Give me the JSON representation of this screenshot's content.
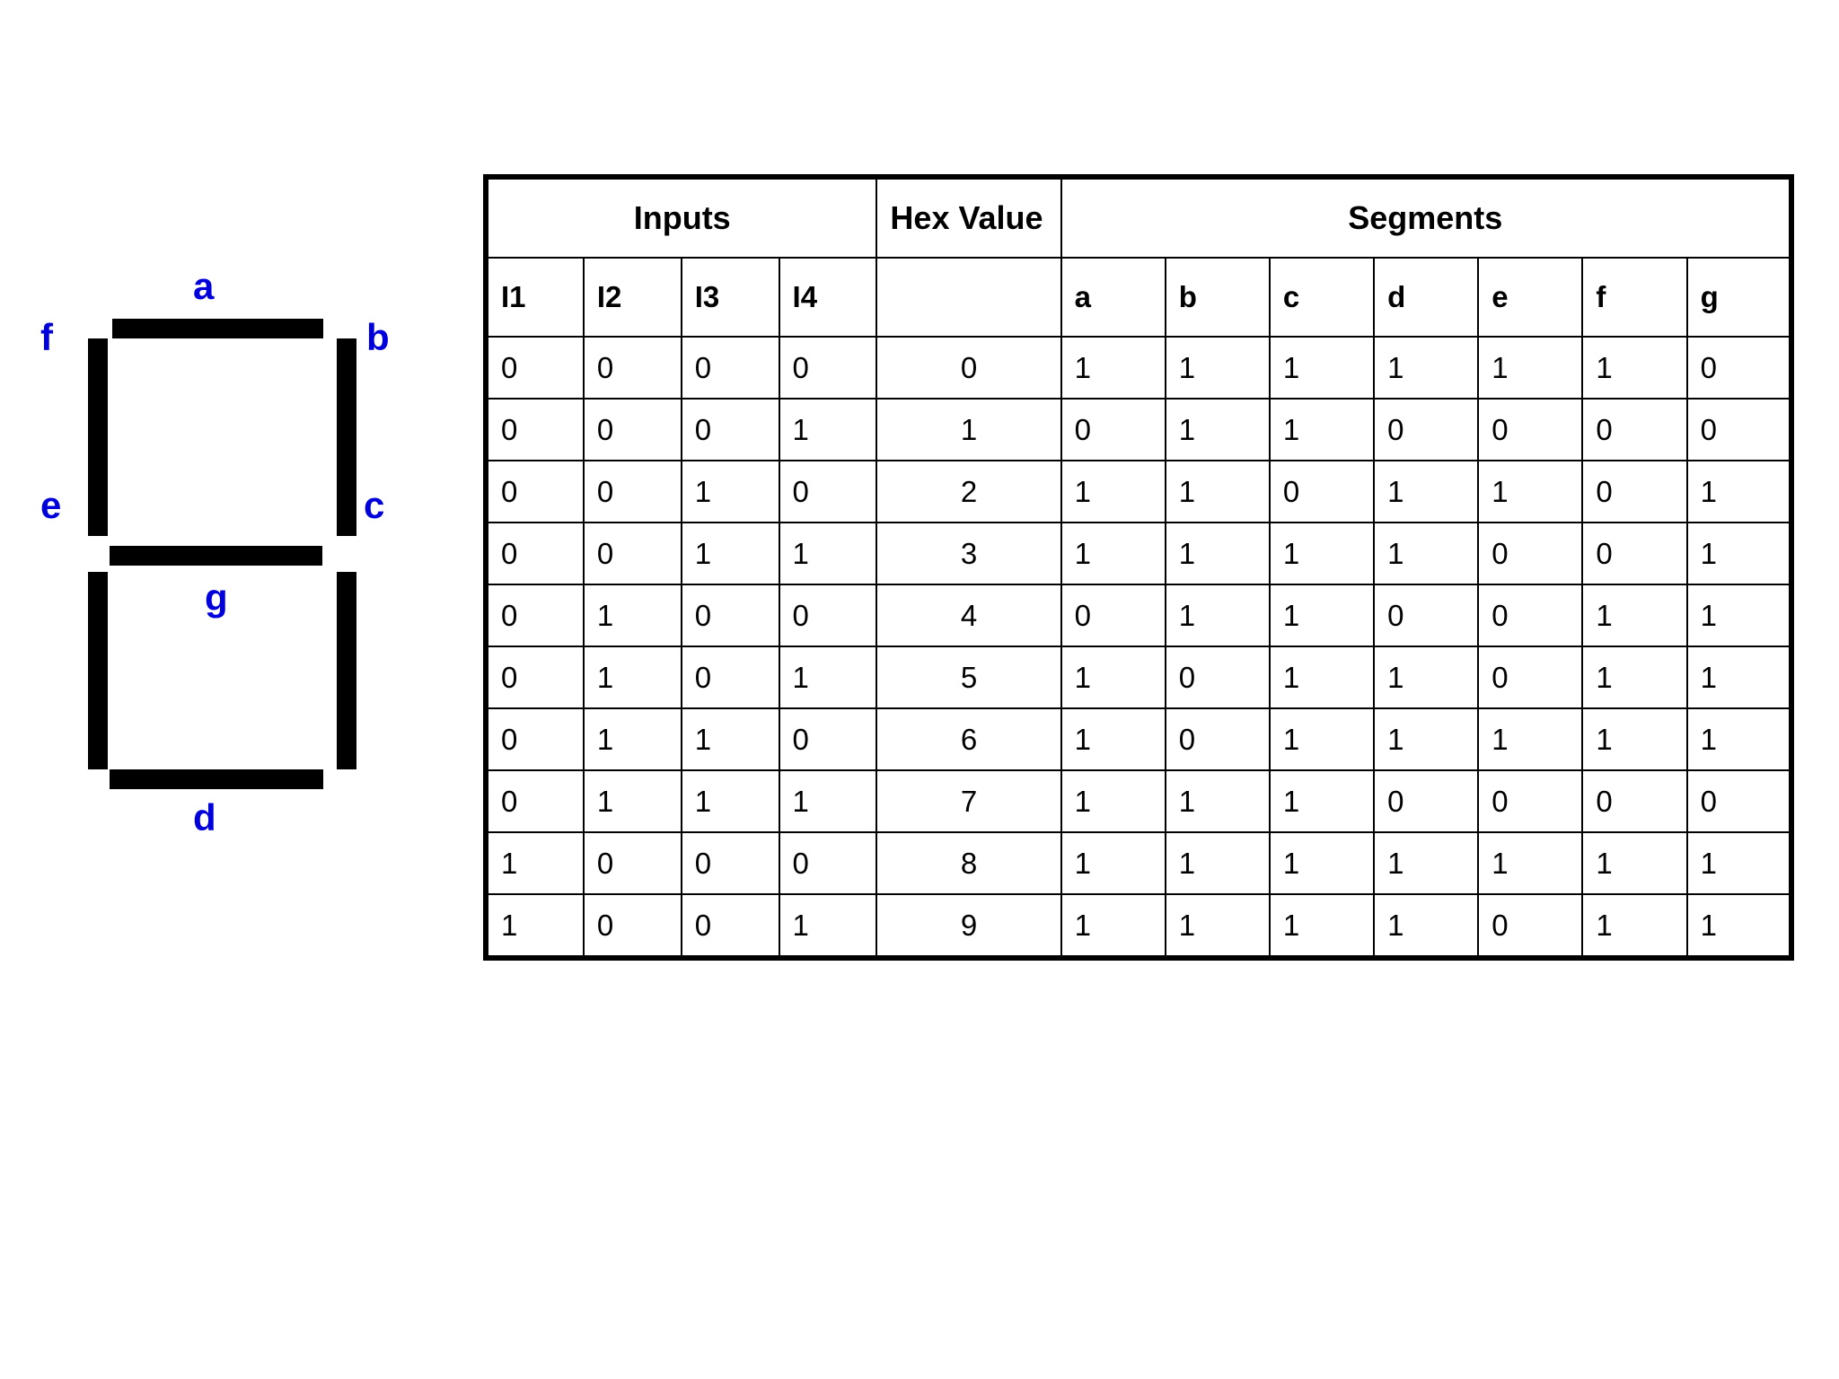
{
  "figure": {
    "name": "seven-segment-display",
    "label_color": "#0000DD",
    "segment_color": "#000000",
    "labels": {
      "a": "a",
      "b": "b",
      "c": "c",
      "d": "d",
      "e": "e",
      "f": "f",
      "g": "g"
    }
  },
  "table": {
    "group_headers": {
      "inputs": "Inputs",
      "hex_value": "Hex Value",
      "segments": "Segments"
    },
    "input_columns": [
      "I1",
      "I2",
      "I3",
      "I4"
    ],
    "hex_column": "",
    "segment_columns": [
      "a",
      "b",
      "c",
      "d",
      "e",
      "f",
      "g"
    ],
    "rows": [
      {
        "inputs": [
          "0",
          "0",
          "0",
          "0"
        ],
        "hex": "0",
        "segments": [
          "1",
          "1",
          "1",
          "1",
          "1",
          "1",
          "0"
        ]
      },
      {
        "inputs": [
          "0",
          "0",
          "0",
          "1"
        ],
        "hex": "1",
        "segments": [
          "0",
          "1",
          "1",
          "0",
          "0",
          "0",
          "0"
        ]
      },
      {
        "inputs": [
          "0",
          "0",
          "1",
          "0"
        ],
        "hex": "2",
        "segments": [
          "1",
          "1",
          "0",
          "1",
          "1",
          "0",
          "1"
        ]
      },
      {
        "inputs": [
          "0",
          "0",
          "1",
          "1"
        ],
        "hex": "3",
        "segments": [
          "1",
          "1",
          "1",
          "1",
          "0",
          "0",
          "1"
        ]
      },
      {
        "inputs": [
          "0",
          "1",
          "0",
          "0"
        ],
        "hex": "4",
        "segments": [
          "0",
          "1",
          "1",
          "0",
          "0",
          "1",
          "1"
        ]
      },
      {
        "inputs": [
          "0",
          "1",
          "0",
          "1"
        ],
        "hex": "5",
        "segments": [
          "1",
          "0",
          "1",
          "1",
          "0",
          "1",
          "1"
        ]
      },
      {
        "inputs": [
          "0",
          "1",
          "1",
          "0"
        ],
        "hex": "6",
        "segments": [
          "1",
          "0",
          "1",
          "1",
          "1",
          "1",
          "1"
        ]
      },
      {
        "inputs": [
          "0",
          "1",
          "1",
          "1"
        ],
        "hex": "7",
        "segments": [
          "1",
          "1",
          "1",
          "0",
          "0",
          "0",
          "0"
        ]
      },
      {
        "inputs": [
          "1",
          "0",
          "0",
          "0"
        ],
        "hex": "8",
        "segments": [
          "1",
          "1",
          "1",
          "1",
          "1",
          "1",
          "1"
        ]
      },
      {
        "inputs": [
          "1",
          "0",
          "0",
          "1"
        ],
        "hex": "9",
        "segments": [
          "1",
          "1",
          "1",
          "1",
          "0",
          "1",
          "1"
        ]
      }
    ]
  }
}
